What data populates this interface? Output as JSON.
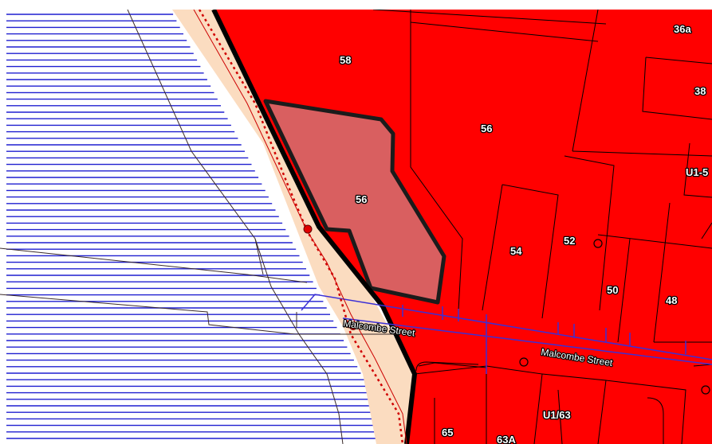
{
  "colors": {
    "parcel_fill": "#ff0000",
    "selected_parcel_fill": "#d95f60",
    "road_reserve_fill": "#fbdcc0",
    "hatch_line": "#1f1fd0",
    "boundary_line": "#000000",
    "easement_line": "#3b2fd6",
    "dotted_line": "#d00000",
    "point_marker": "#e00000"
  },
  "labels": {
    "lot_58": "58",
    "lot_56_main": "56",
    "lot_56_selected": "56",
    "lot_36a": "36a",
    "lot_38": "38",
    "lot_u15": "U1-5",
    "lot_54": "54",
    "lot_52": "52",
    "lot_50": "50",
    "lot_48": "48",
    "lot_65": "65",
    "lot_63a": "63A",
    "lot_u163": "U1/63"
  },
  "streets": {
    "malcombe_1": "Malcombe Street",
    "malcombe_2": "Malcombe Street"
  }
}
